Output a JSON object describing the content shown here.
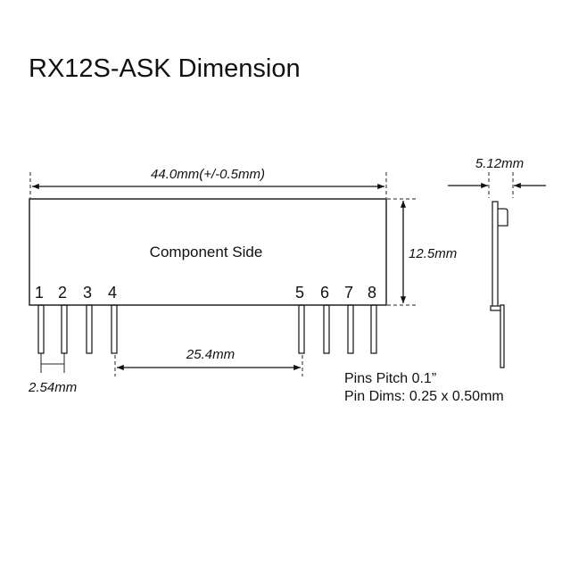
{
  "title": "RX12S-ASK Dimension",
  "dims": {
    "length": "44.0mm(+/-0.5mm)",
    "height": "12.5mm",
    "thickness": "5.12mm",
    "pin_span": "25.4mm",
    "pitch": "2.54mm"
  },
  "component_side": "Component Side",
  "pins": [
    "1",
    "2",
    "3",
    "4",
    "5",
    "6",
    "7",
    "8"
  ],
  "notes": {
    "pitch": "Pins Pitch 0.1”",
    "pin_dims": "Pin Dims: 0.25 x 0.50mm"
  }
}
